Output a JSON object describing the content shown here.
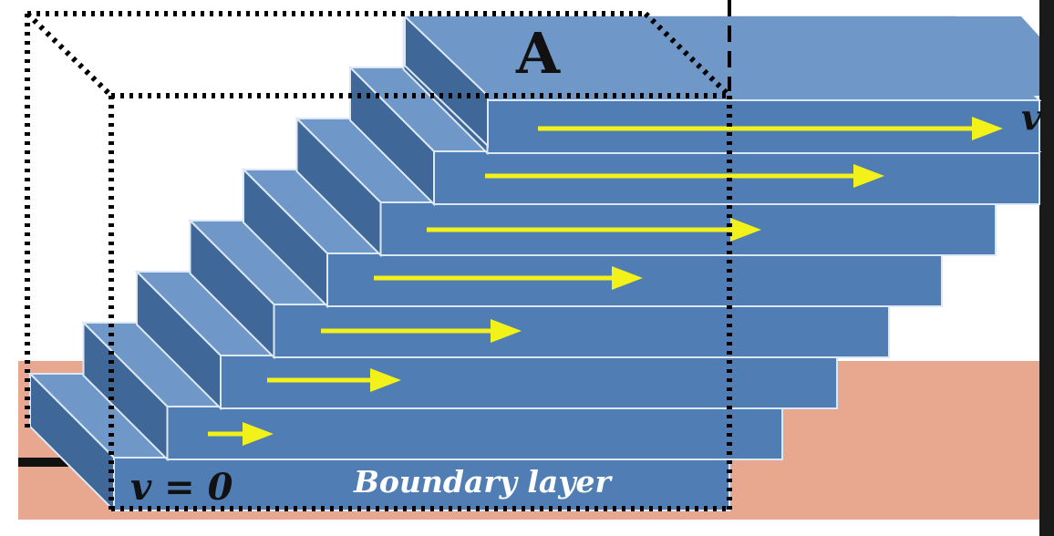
{
  "diagram": {
    "plate_label": "A",
    "velocity_top_label": "v",
    "velocity_zero_label": "v = 0",
    "boundary_layer_label": "Boundary layer",
    "layer_count": 8,
    "arrow_count": 7,
    "colors": {
      "background": "#ffffff",
      "ground": "#e8a890",
      "layer_top": "#6f98c8",
      "layer_front": "#4f7db4",
      "layer_side": "#3f6898",
      "layer_edge": "#dce8f5",
      "arrow": "#f2f21a",
      "dotted_box": "#000000",
      "text_dark": "#111111",
      "text_light": "#ffffff"
    }
  }
}
